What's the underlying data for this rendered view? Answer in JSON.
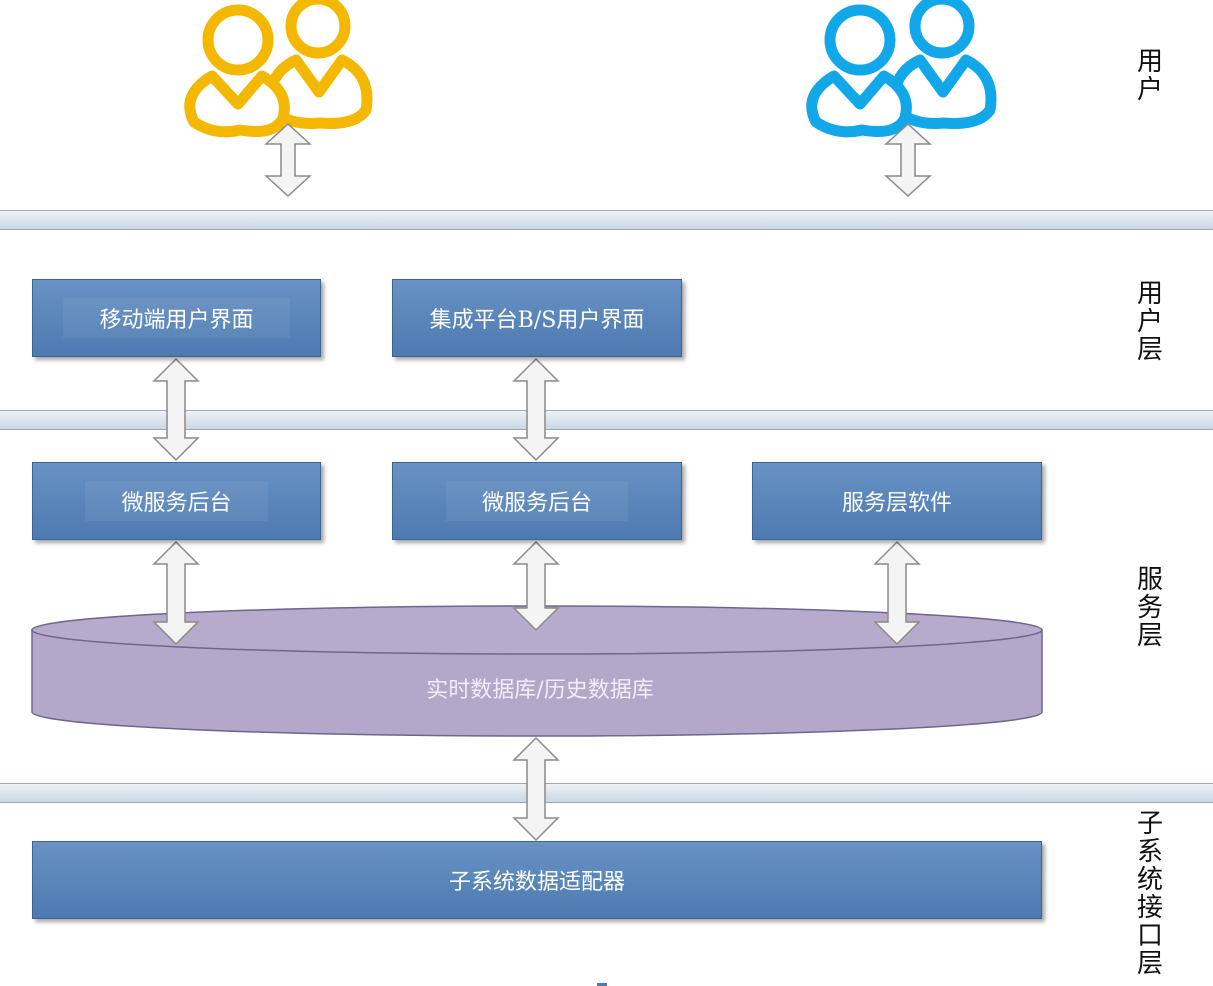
{
  "layers": {
    "user": [
      "用",
      "户"
    ],
    "user_layer": [
      "用",
      "户",
      "层"
    ],
    "service_layer": [
      "服",
      "务",
      "层"
    ],
    "subsystem_layer": [
      "子",
      "系",
      "统",
      "接",
      "口",
      "层"
    ]
  },
  "boxes": {
    "mobile_ui": "移动端用户界面",
    "bs_ui": "集成平台B/S用户界面",
    "micro_backend_1": "微服务后台",
    "micro_backend_2": "微服务后台",
    "service_software": "服务层软件",
    "database": "实时数据库/历史数据库",
    "adapter": "子系统数据适配器"
  },
  "colors": {
    "user_group_left": "#f5b800",
    "user_group_right": "#12a7e8",
    "box_fill": "#5a86bb",
    "db_fill": "#b3a8c9"
  },
  "icons": [
    "user-group-icon",
    "user-group-icon"
  ]
}
